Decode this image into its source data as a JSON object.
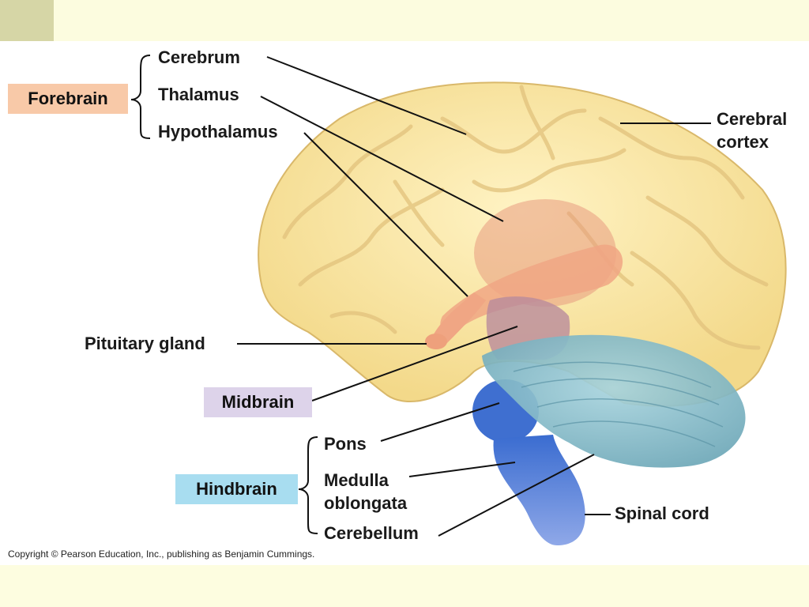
{
  "groups": {
    "forebrain": "Forebrain",
    "midbrain": "Midbrain",
    "hindbrain": "Hindbrain"
  },
  "labels": {
    "cerebrum": "Cerebrum",
    "thalamus": "Thalamus",
    "hypothalamus": "Hypothalamus",
    "cerebral_cortex_1": "Cerebral",
    "cerebral_cortex_2": "cortex",
    "pituitary_gland": "Pituitary gland",
    "pons": "Pons",
    "medulla_1": "Medulla",
    "medulla_2": "oblongata",
    "cerebellum": "Cerebellum",
    "spinal_cord": "Spinal cord"
  },
  "copyright": "Copyright © Pearson Education, Inc., publishing as Benjamin Cummings.",
  "colors": {
    "forebrain_box": "#f8c9a8",
    "midbrain_box": "#ddd3ea",
    "hindbrain_box": "#a8ddf0",
    "cerebrum": "#fbe8a6",
    "thalamus_region": "#e89a80",
    "brainstem": "#4f7fd6",
    "cerebellum": "#7fb8c8",
    "slide_background": "#fdfde0"
  }
}
